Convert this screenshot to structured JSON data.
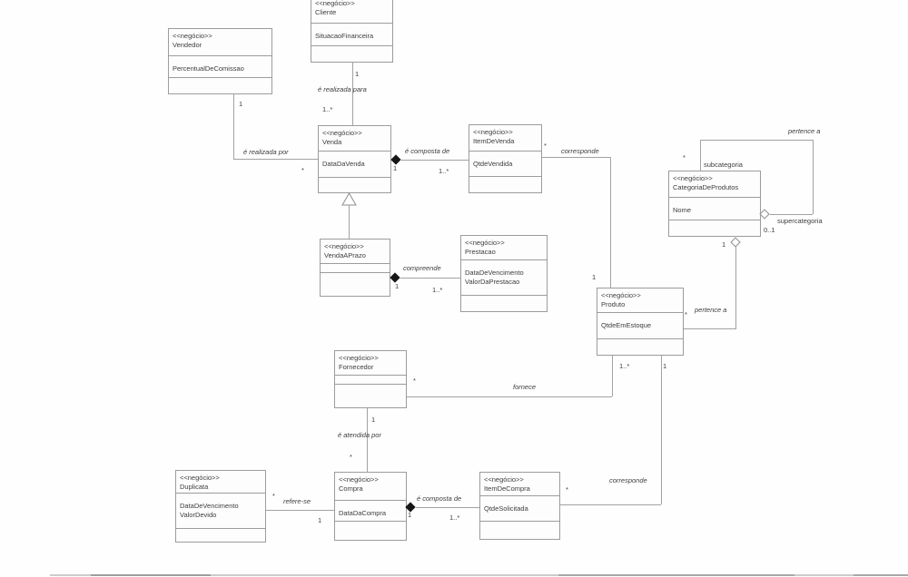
{
  "colors": {
    "background": "#fefefe",
    "box_border": "#9c9c9c",
    "line": "#a2a2a2",
    "text": "#3d3d3d",
    "composition_diamond": "#171717"
  },
  "classes": [
    {
      "id": "vendedor",
      "stereotype": "<<negócio>>",
      "name": "Vendedor",
      "attributes": [
        "PercentualDeComissao"
      ]
    },
    {
      "id": "cliente",
      "stereotype": "<<negócio>>",
      "name": "Cliente",
      "attributes": [
        "SituacaoFinanceira"
      ]
    },
    {
      "id": "venda",
      "stereotype": "<<negócio>>",
      "name": "Venda",
      "attributes": [
        "DataDaVenda"
      ]
    },
    {
      "id": "item-de-venda",
      "stereotype": "<<negócio>>",
      "name": "ItemDeVenda",
      "attributes": [
        "QtdeVendida"
      ]
    },
    {
      "id": "categoria-de-produtos",
      "stereotype": "<<negócio>>",
      "name": "CategoriaDeProdutos",
      "attributes": [
        "Nome"
      ]
    },
    {
      "id": "venda-a-prazo",
      "stereotype": "<<negócio>>",
      "name": "VendaAPrazo",
      "attributes": []
    },
    {
      "id": "prestacao",
      "stereotype": "<<negócio>>",
      "name": "Prestacao",
      "attributes": [
        "DataDeVencimento",
        "ValorDaPrestacao"
      ]
    },
    {
      "id": "produto",
      "stereotype": "<<negócio>>",
      "name": "Produto",
      "attributes": [
        "QtdeEmEstoque"
      ]
    },
    {
      "id": "fornecedor",
      "stereotype": "<<negócio>>",
      "name": "Fornecedor",
      "attributes": []
    },
    {
      "id": "duplicata",
      "stereotype": "<<negócio>>",
      "name": "Duplicata",
      "attributes": [
        "DataDeVencimento",
        "ValorDevido"
      ]
    },
    {
      "id": "compra",
      "stereotype": "<<negócio>>",
      "name": "Compra",
      "attributes": [
        "DataDaCompra"
      ]
    },
    {
      "id": "item-de-compra",
      "stereotype": "<<negócio>>",
      "name": "ItemDeCompra",
      "attributes": [
        "QtdeSolicitada"
      ]
    }
  ],
  "associations": [
    {
      "name": "é realizada por",
      "from": "Vendedor",
      "to": "Venda",
      "from_mult": "1",
      "to_mult": "*",
      "type": "association"
    },
    {
      "name": "é realizada para",
      "from": "Cliente",
      "to": "Venda",
      "from_mult": "1",
      "to_mult": "1..*",
      "type": "association"
    },
    {
      "name": "é composta de",
      "from": "Venda",
      "to": "ItemDeVenda",
      "from_mult": "1",
      "to_mult": "1..*",
      "type": "composition"
    },
    {
      "name": "corresponde",
      "from": "ItemDeVenda",
      "to": "Produto",
      "from_mult": "*",
      "to_mult": "1",
      "type": "association"
    },
    {
      "name": "compreende",
      "from": "VendaAPrazo",
      "to": "Prestacao",
      "from_mult": "1",
      "to_mult": "1..*",
      "type": "composition"
    },
    {
      "name": "pertence a",
      "from": "CategoriaDeProdutos",
      "to": "CategoriaDeProdutos",
      "from_role": "subcategoria",
      "from_mult": "*",
      "to_role": "supercategoria",
      "to_mult": "0..1",
      "type": "aggregation"
    },
    {
      "name": "pertence a",
      "from": "Produto",
      "to": "CategoriaDeProdutos",
      "from_mult": "*",
      "to_mult": "1",
      "type": "aggregation"
    },
    {
      "name": "fornece",
      "from": "Fornecedor",
      "to": "Produto",
      "from_mult": "*",
      "to_mult": "1..*",
      "type": "association"
    },
    {
      "name": "é atendida por",
      "from": "Fornecedor",
      "to": "Compra",
      "from_mult": "1",
      "to_mult": "*",
      "type": "association"
    },
    {
      "name": "refere-se",
      "from": "Duplicata",
      "to": "Compra",
      "from_mult": "*",
      "to_mult": "1",
      "type": "association"
    },
    {
      "name": "é composta de",
      "from": "Compra",
      "to": "ItemDeCompra",
      "from_mult": "1",
      "to_mult": "1..*",
      "type": "composition"
    },
    {
      "name": "corresponde",
      "from": "ItemDeCompra",
      "to": "Produto",
      "from_mult": "*",
      "to_mult": "1",
      "type": "association"
    },
    {
      "name": "",
      "from": "VendaAPrazo",
      "to": "Venda",
      "type": "generalization"
    }
  ]
}
